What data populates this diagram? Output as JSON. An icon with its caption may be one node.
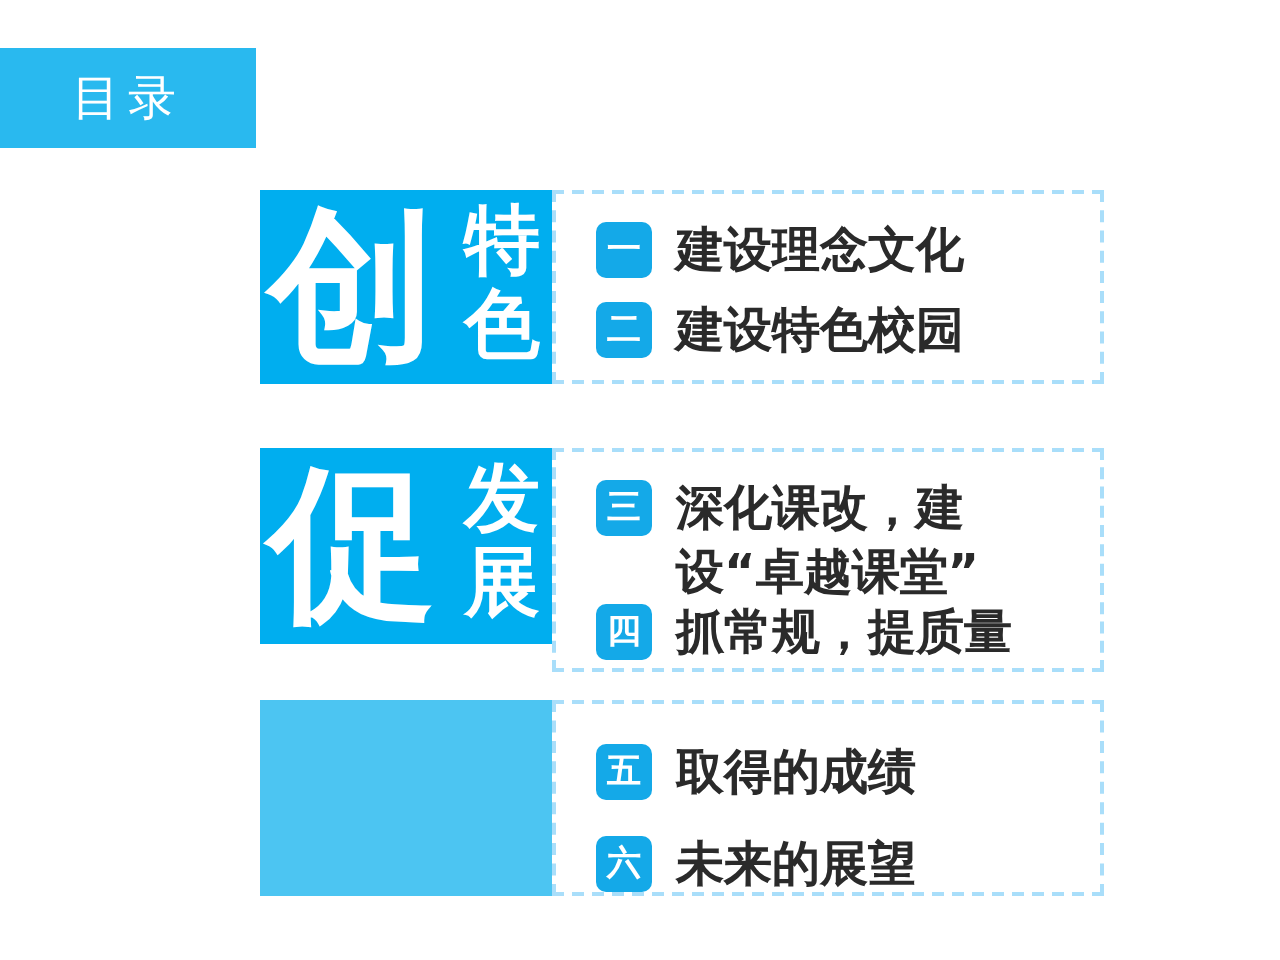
{
  "diagram": {
    "title": "目录",
    "nodes": [
      {
        "text": [
          "创",
          "特色"
        ]
      },
      {
        "text": [],
        "shape": "box"
      },
      {
        "text": [
          "一"
        ],
        "in": 1,
        "beside": [
          "建设理念文化"
        ]
      },
      {
        "text": [
          "二"
        ],
        "in": 1,
        "beside": [
          "建设特色校园"
        ]
      },
      {
        "text": [
          "促",
          "发展"
        ]
      },
      {
        "text": [],
        "shape": "box"
      },
      {
        "text": [
          "三"
        ],
        "in": 5,
        "beside": [
          "深化课改，建设“卓越课堂”"
        ]
      },
      {
        "text": [
          "四"
        ],
        "in": 5,
        "beside": [
          "抓常规，提质量"
        ]
      },
      {
        "text": [],
        "shape": "box"
      },
      {
        "text": [],
        "shape": "box"
      },
      {
        "text": [
          "五"
        ],
        "in": 9,
        "beside": [
          "取得的成绩"
        ]
      },
      {
        "text": [
          "六"
        ],
        "in": 9,
        "beside": [
          "未来的展望"
        ]
      }
    ]
  }
}
